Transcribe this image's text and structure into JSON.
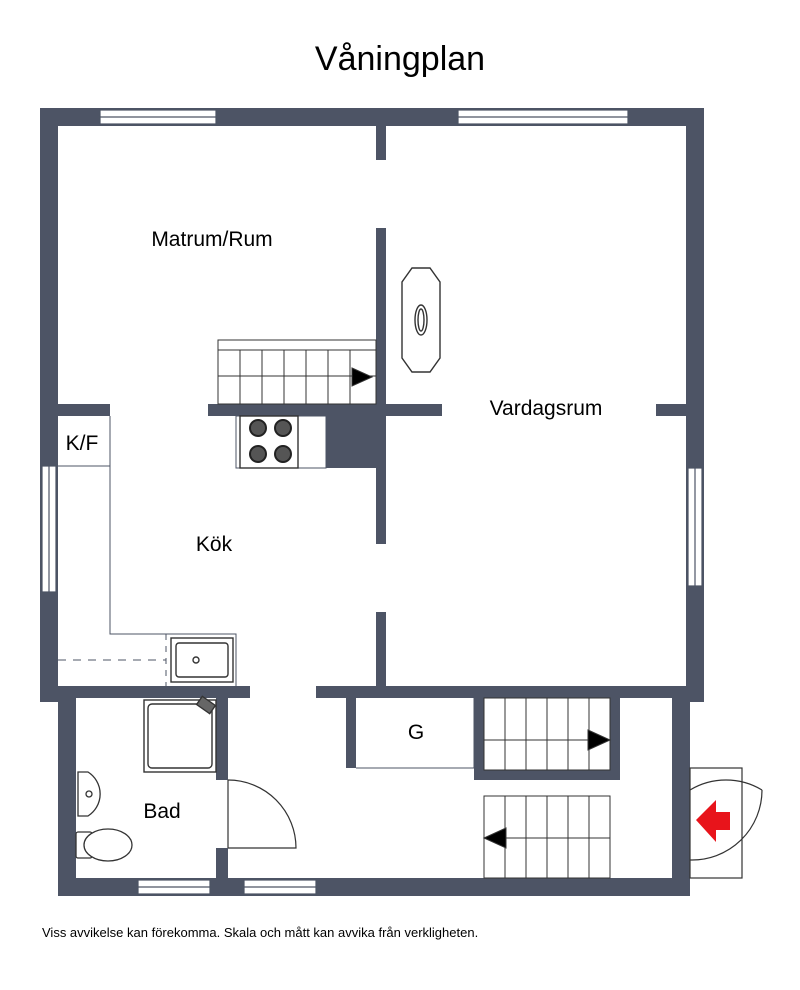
{
  "title": "Våningplan",
  "rooms": {
    "matrum": "Matrum/Rum",
    "vardagsrum": "Vardagsrum",
    "kf": "K/F",
    "kok": "Kök",
    "g": "G",
    "bad": "Bad"
  },
  "disclaimer": "Viss avvikelse kan förekomma. Skala och mått kan avvika från verkligheten.",
  "colors": {
    "wall": "#4d5465",
    "entrance_arrow": "#e8141b",
    "fixture": "#333333"
  }
}
